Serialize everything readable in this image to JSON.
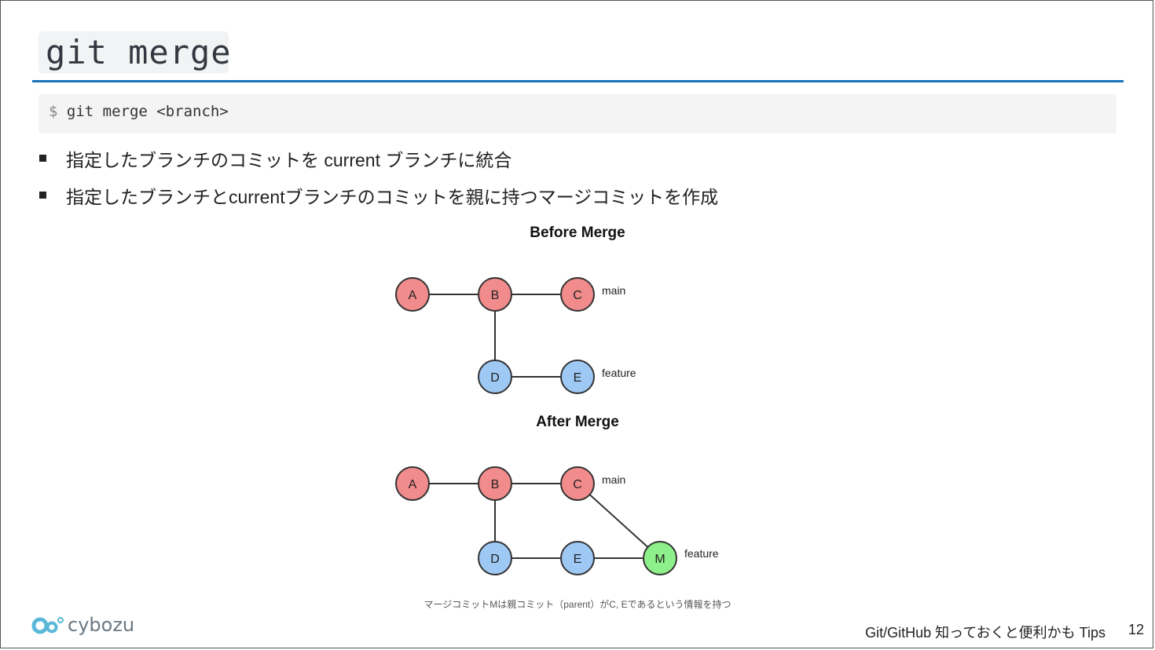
{
  "slide": {
    "title": "git merge",
    "code": {
      "prompt": "$",
      "command": "git merge <branch>"
    },
    "bullets": [
      "指定したブランチのコミットを current ブランチに統合",
      "指定したブランチとcurrentブランチのコミットを親に持つマージコミットを作成"
    ],
    "footer": {
      "logo_text": "cybozu",
      "title": "Git/GitHub 知っておくと便利かも Tips",
      "page_number": "12"
    }
  },
  "diagram": {
    "before": {
      "title": "Before Merge",
      "commits": [
        "A",
        "B",
        "C",
        "D",
        "E"
      ],
      "branch_labels": [
        "main",
        "feature"
      ]
    },
    "after": {
      "title": "After Merge",
      "commits": [
        "A",
        "B",
        "C",
        "D",
        "E",
        "M"
      ],
      "branch_labels": [
        "main",
        "feature"
      ]
    },
    "caption": "マージコミットMは親コミット（parent）がC, Eであるという情報を持つ",
    "colors": {
      "main_commit": "#f28b8b",
      "feature_commit": "#9ec9f5",
      "merge_commit": "#8ef08a",
      "edge": "#333333",
      "accent_rule": "#1a73b8"
    }
  }
}
